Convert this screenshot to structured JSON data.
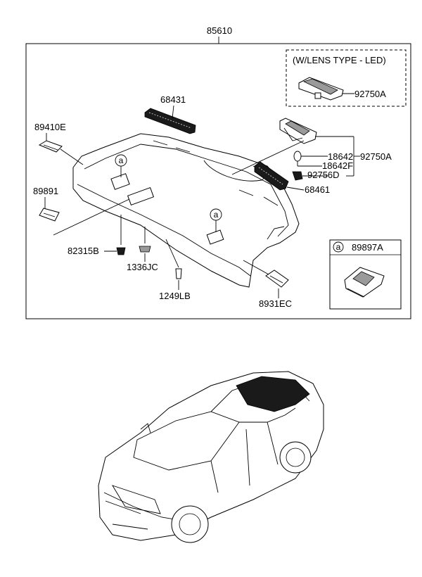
{
  "diagram": {
    "title_part": "85610",
    "callouts": {
      "c68431": "68431",
      "c89410E": "89410E",
      "c89891": "89891",
      "c82315B": "82315B",
      "c1336JC": "1336JC",
      "c1249LB": "1249LB",
      "c8931EC": "8931EC",
      "c68461": "68461",
      "c18642": "18642",
      "c18642F": "18642F",
      "c92756D": "92756D",
      "c92750A": "92750A",
      "c92750A_led": "92750A"
    },
    "led_box": {
      "title": "(W/LENS TYPE - LED)"
    },
    "detail_box": {
      "marker": "a",
      "part": "89897A"
    },
    "markers": {
      "a1": "a",
      "a2": "a"
    }
  }
}
